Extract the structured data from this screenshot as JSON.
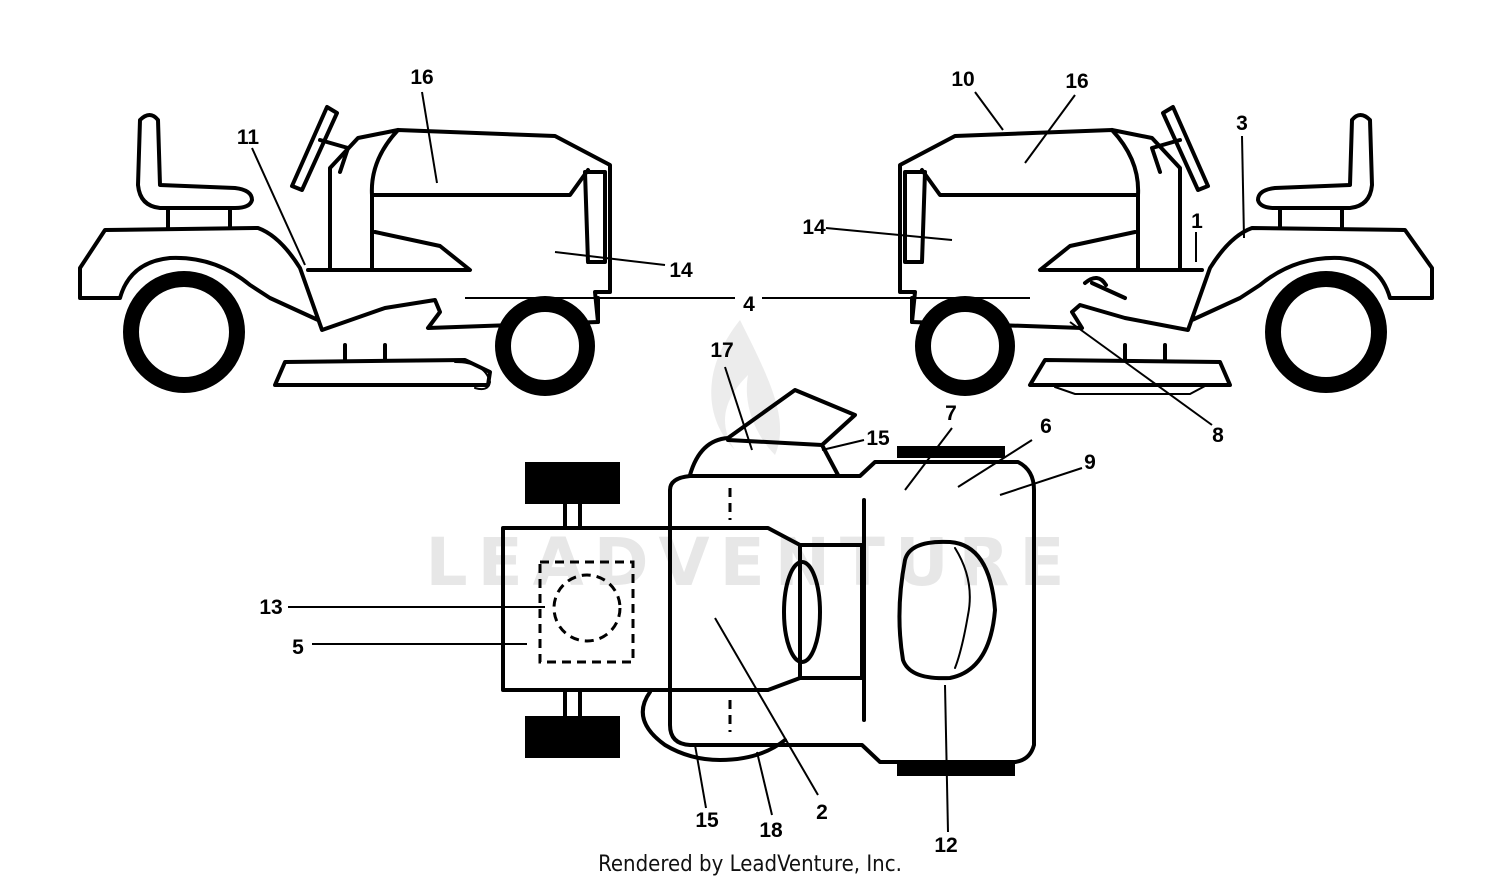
{
  "watermark": "LEADVENTURE",
  "footer": "Rendered by LeadVenture, Inc.",
  "callouts": {
    "c1": "1",
    "c2": "2",
    "c3": "3",
    "c4": "4",
    "c5": "5",
    "c6": "6",
    "c7": "7",
    "c8": "8",
    "c9": "9",
    "c10": "10",
    "c11": "11",
    "c12": "12",
    "c13": "13",
    "c14_left": "14",
    "c14_right": "14",
    "c15_top": "15",
    "c15_bottom": "15",
    "c16_left": "16",
    "c16_right": "16",
    "c17": "17",
    "c18": "18"
  }
}
